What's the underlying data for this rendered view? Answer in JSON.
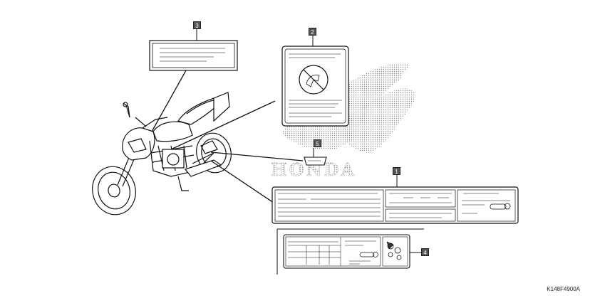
{
  "callouts": {
    "c1": "1",
    "c2": "2",
    "c3": "3",
    "c4": "4",
    "c5": "5"
  },
  "watermark": "HONDA",
  "figure_code": "K148F4900A",
  "colors": {
    "line": "#111111",
    "stipple": "#9a9a9a",
    "callout_bg": "#555555"
  }
}
